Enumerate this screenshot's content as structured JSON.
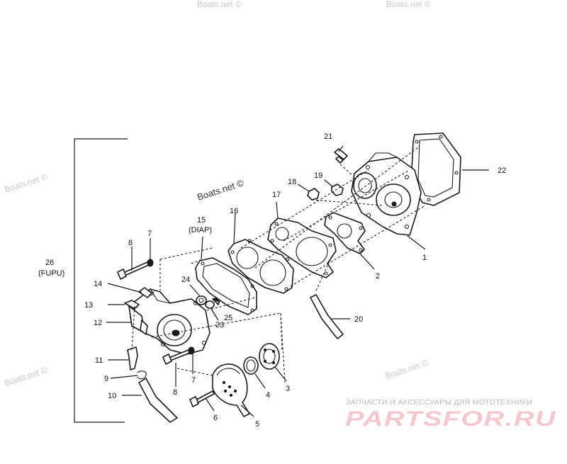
{
  "watermarks": {
    "main": "Boats.net ©",
    "faint": "Boats.net ©"
  },
  "brand": {
    "subtitle": "ЗАПЧАСТИ И АКСЕССУАРЫ ДЛЯ МОТОТЕХНИКИ",
    "logo": "PARTSFOR.RU",
    "logo_color": "#f3c9cf"
  },
  "callouts": {
    "p1": "1",
    "p2": "2",
    "p3": "3",
    "p4": "4",
    "p5": "5",
    "p6": "6",
    "p7a": "7",
    "p7b": "7",
    "p8a": "8",
    "p8b": "8",
    "p9": "9",
    "p10": "10",
    "p11": "11",
    "p12": "12",
    "p13": "13",
    "p14": "14",
    "p15": "15",
    "p15_sub": "(DIAP)",
    "p16": "16",
    "p17": "17",
    "p18": "18",
    "p19": "19",
    "p20": "20",
    "p21": "21",
    "p22": "22",
    "p23": "23",
    "p24": "24",
    "p25": "25",
    "p26": "26",
    "p26_sub": "(FUPU)"
  }
}
